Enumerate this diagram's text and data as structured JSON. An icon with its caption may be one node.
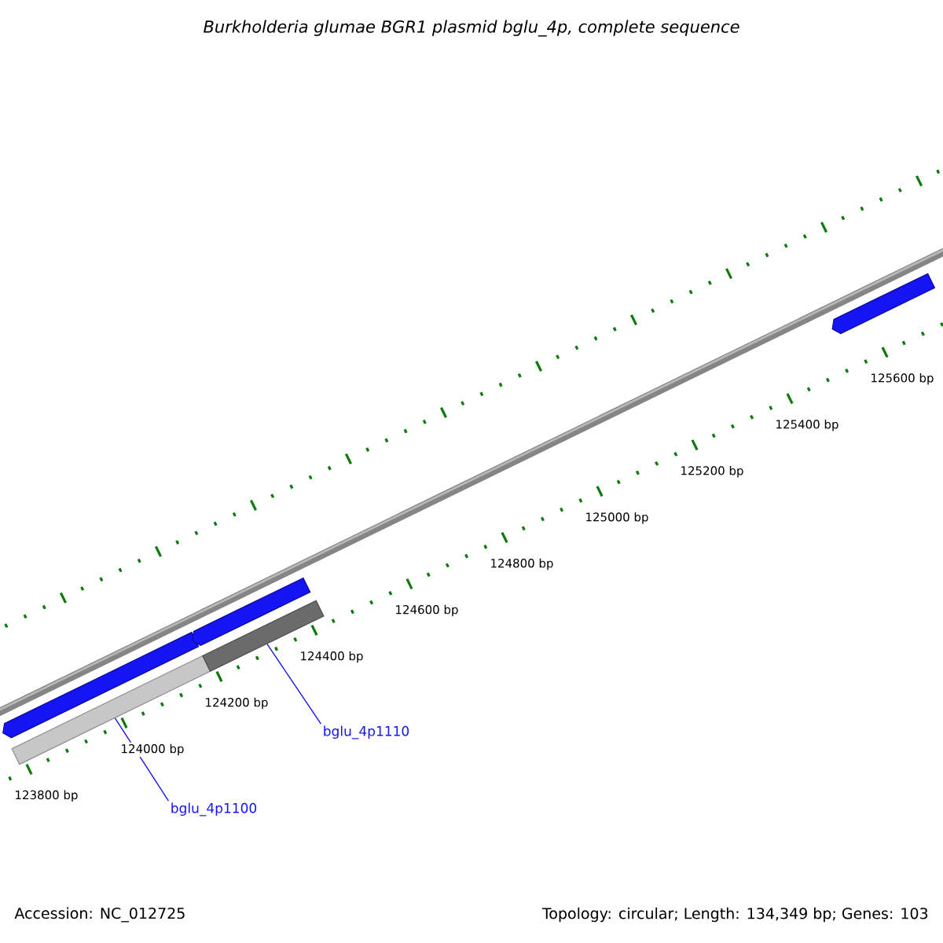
{
  "diagram": {
    "title": "Burkholderia glumae BGR1 plasmid bglu_4p, complete sequence",
    "nodes": [
      {
        "text": [],
        "shape": "arrow"
      },
      {
        "text": [],
        "shape": "bar"
      },
      {
        "text": [],
        "shape": "arrow"
      },
      {
        "text": [],
        "shape": "bar"
      },
      {
        "text": [],
        "shape": "arrow"
      },
      {
        "text": [
          "bglu_4p1110"
        ]
      },
      {
        "text": [
          "bglu_4p1100"
        ]
      }
    ],
    "edges": [
      {
        "from": 5,
        "to": 3,
        "arrow": "none"
      },
      {
        "from": 6,
        "to": 1,
        "arrow": "none"
      }
    ],
    "labels": [
      "125600 bp",
      "125400 bp",
      "125200 bp",
      "125000 bp",
      "124800 bp",
      "124600 bp",
      "124400 bp",
      "124200 bp",
      "124000 bp",
      "123800 bp",
      "Accession: NC_012725",
      "Topology: circular; Length: 134,349 bp; Genes: 103"
    ]
  }
}
